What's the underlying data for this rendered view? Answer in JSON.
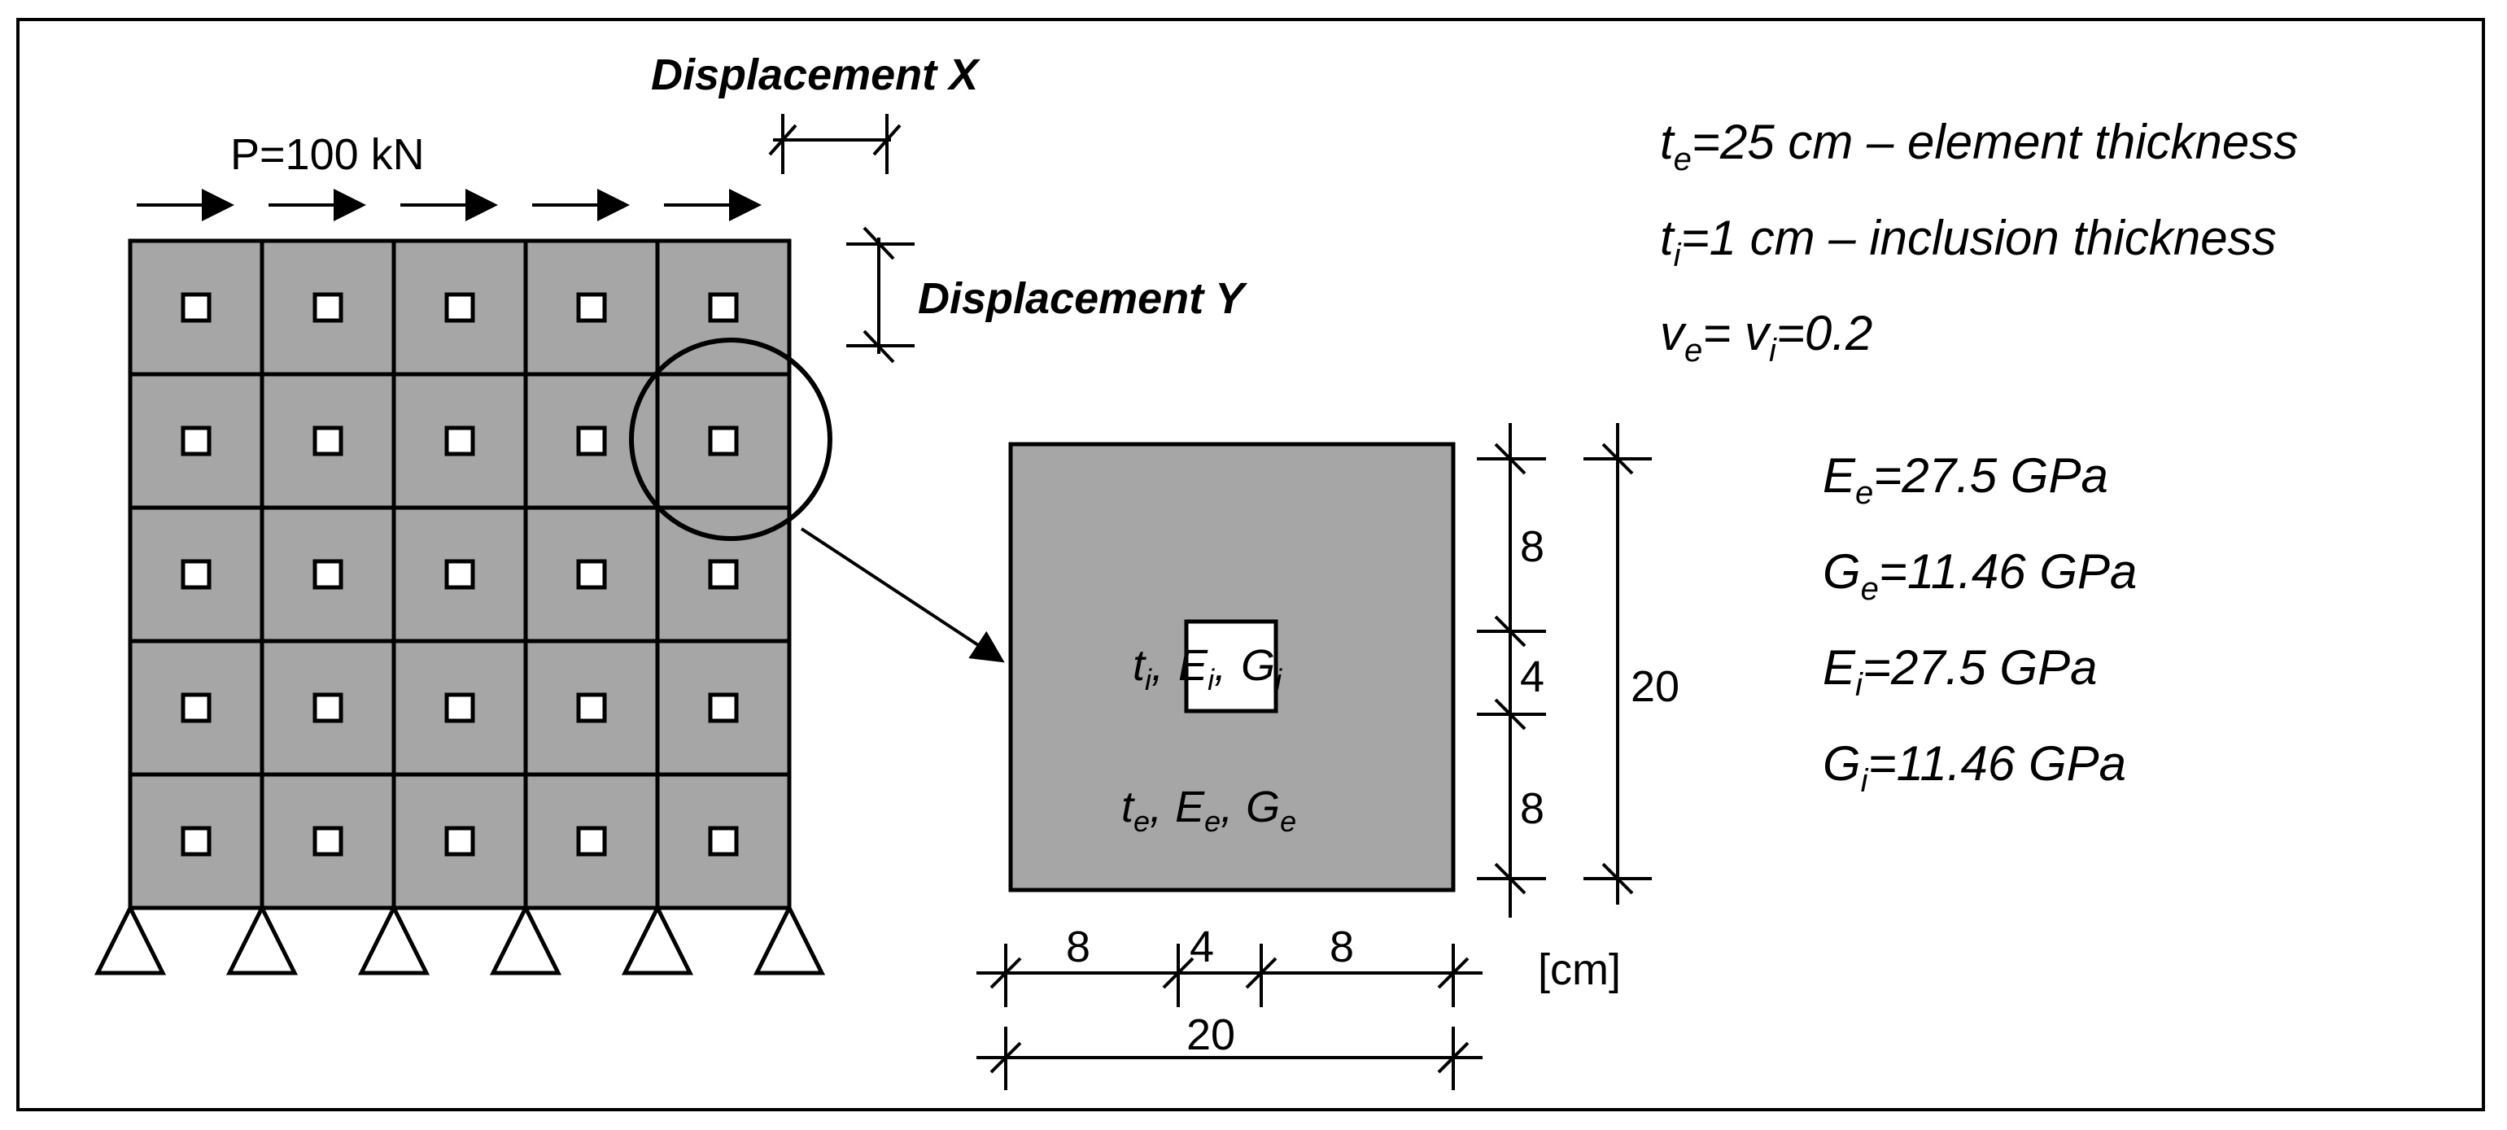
{
  "load": {
    "label": "P=100 kN"
  },
  "displacement": {
    "x_label": "Displacement X",
    "y_label": "Displacement Y"
  },
  "properties": {
    "te": {
      "sym": "t",
      "sub": "e",
      "rest": "=25 cm – element thickness"
    },
    "ti": {
      "sym": "t",
      "sub": "i",
      "rest": "=1 cm – inclusion thickness"
    },
    "nu": {
      "sym1": "v",
      "sub1": "e",
      "mid": "= ",
      "sym2": "v",
      "sub2": "i",
      "rest": "=0.2"
    }
  },
  "moduli": [
    {
      "sym": "E",
      "sub": "e",
      "rest": "=27.5 GPa"
    },
    {
      "sym": "G",
      "sub": "e",
      "rest": "=11.46 GPa"
    },
    {
      "sym": "E",
      "sub": "i",
      "rest": "=27.5 GPa"
    },
    {
      "sym": "G",
      "sub": "i",
      "rest": "=11.46 GPa"
    }
  ],
  "detail": {
    "inclusion_props": {
      "t": "t",
      "t_sub": "i",
      "e": "E",
      "e_sub": "i",
      "g": "G",
      "g_sub": "i",
      "sep": ","
    },
    "element_props": {
      "t": "t",
      "t_sub": "e",
      "e": "E",
      "e_sub": "e",
      "g": "G",
      "g_sub": "e",
      "sep": ","
    }
  },
  "dimensions": {
    "v_top": "8",
    "v_mid": "4",
    "v_bottom": "8",
    "v_total": "20",
    "h_left": "8",
    "h_mid": "4",
    "h_right": "8",
    "h_total": "20",
    "unit": "[cm]"
  },
  "colors": {
    "element_fill": "#a6a6a6",
    "inclusion_fill": "#ffffff",
    "line": "#000000"
  }
}
